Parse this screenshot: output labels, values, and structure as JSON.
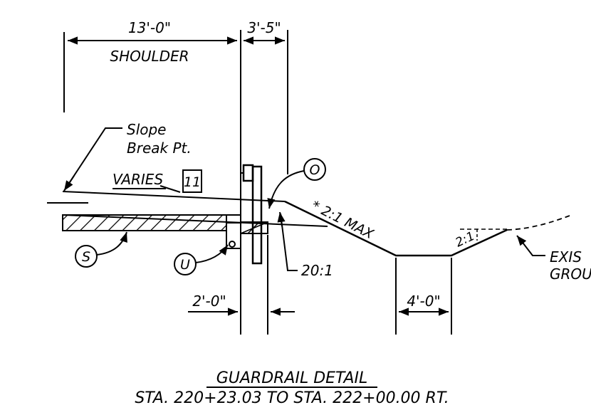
{
  "dims": {
    "shoulder_width": "13'-0\"",
    "shoulder_label": "SHOULDER",
    "post_offset": "3'-5\"",
    "post_setback": "2'-0\"",
    "ditch_bottom": "4'-0\""
  },
  "callouts": {
    "slope_break_line1": "Slope",
    "slope_break_line2": "Break Pt.",
    "varies": "VARIES",
    "varies_note_box": "11",
    "note_o": "O",
    "note_s": "S",
    "note_u": "U",
    "fill_slope": "* 2:1 MAX",
    "flat_slope": "20:1",
    "back_slope": "2:1",
    "existing_line1": "EXIS",
    "existing_line2": "GROU"
  },
  "title": {
    "line1": "GUARDRAIL DETAIL",
    "line2": "STA. 220+23.03  TO  STA. 222+00.00  RT."
  }
}
